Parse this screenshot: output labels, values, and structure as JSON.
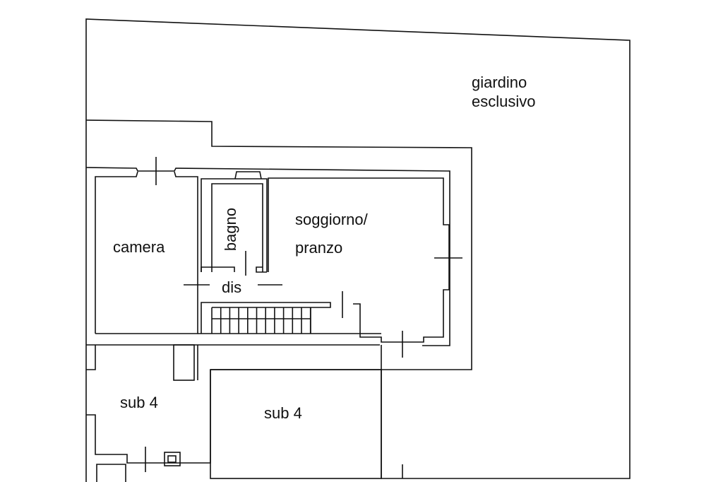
{
  "title": "Floor plan",
  "rooms": {
    "garden_line1": "giardino",
    "garden_line2": "esclusivo",
    "camera": "camera",
    "bagno": "bagno",
    "living_line1": "soggiorno/",
    "living_line2": "pranzo",
    "dis": "dis",
    "sub4_left": "sub 4",
    "sub4_right": "sub 4"
  },
  "colors": {
    "line": "#111111",
    "background": "#ffffff"
  }
}
